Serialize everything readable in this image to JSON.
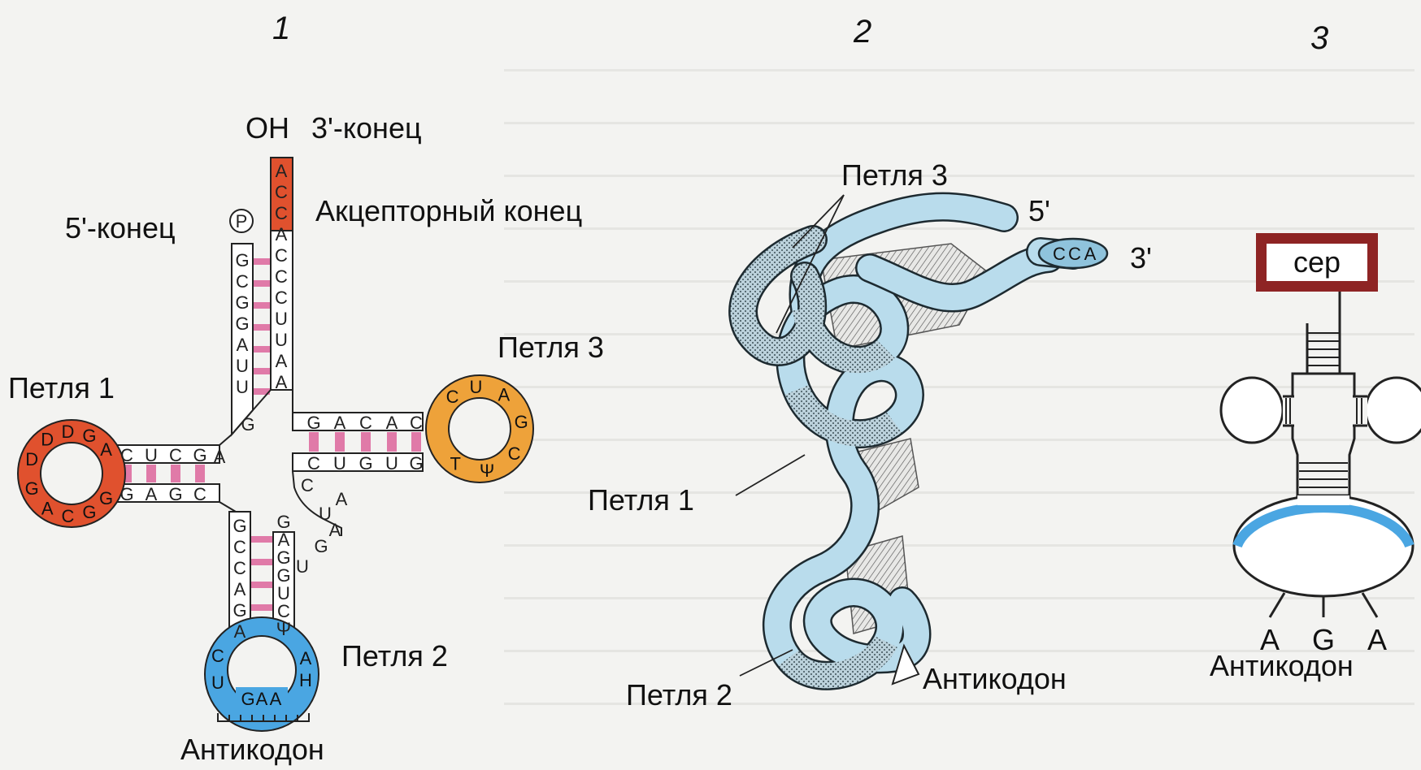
{
  "panels": [
    {
      "number": "1"
    },
    {
      "number": "2"
    },
    {
      "number": "3"
    }
  ],
  "cloverleaf": {
    "oh_label": "OH",
    "end3_label": "3'-конец",
    "acceptor_label": "Акцепторный конец",
    "end5_label": "5'-конец",
    "phosphate": "P",
    "loop1_label": "Петля 1",
    "loop2_label": "Петля 2",
    "loop3_label": "Петля 3",
    "anticodon_label": "Антикодон",
    "acceptor_3prime": [
      "A",
      "C",
      "C",
      "A",
      "C",
      "C",
      "C",
      "U",
      "U",
      "A",
      "A"
    ],
    "acceptor_5prime": [
      "G",
      "C",
      "G",
      "G",
      "A",
      "U",
      "U"
    ],
    "d_arm_top": [
      "C",
      "U",
      "C",
      "G"
    ],
    "d_arm_bottom": [
      "G",
      "A",
      "G",
      "C"
    ],
    "d_loop": [
      "D",
      "D",
      "G",
      "A",
      "G",
      "A",
      "C",
      "G",
      "G",
      "D"
    ],
    "t_arm_top": [
      "G",
      "A",
      "C",
      "A",
      "C"
    ],
    "t_arm_bottom": [
      "C",
      "U",
      "G",
      "U",
      "G"
    ],
    "t_loop": [
      "C",
      "U",
      "A",
      "G",
      "C",
      "Ψ",
      "T"
    ],
    "anticodon_arm_left": [
      "G",
      "C",
      "C",
      "A",
      "G",
      "A"
    ],
    "anticodon_arm_right": [
      "G",
      "A",
      "G",
      "G",
      "U",
      "C",
      "Ψ"
    ],
    "anticodon_loop": [
      "C",
      "U",
      "G",
      "A",
      "A",
      "H",
      "A"
    ],
    "variable_loop": [
      "A",
      "G",
      "C",
      "U",
      "A"
    ],
    "extra": [
      "A",
      "G",
      "U"
    ]
  },
  "tertiary": {
    "loop3_label": "Петля 3",
    "loop1_label": "Петля 1",
    "loop2_label": "Петля 2",
    "anticodon_label": "Антикодон",
    "end5": "5'",
    "end3": "3'",
    "cca": [
      "C",
      "C",
      "A"
    ]
  },
  "schematic": {
    "amino_acid": "сер",
    "anticodon": [
      "A",
      "G",
      "A"
    ],
    "anticodon_label": "Антикодон"
  },
  "colors": {
    "red": "#e0512e",
    "orange": "#eea23a",
    "blue": "#4aa6e2",
    "light_blue": "#b9dcec",
    "pink": "#e07aa8",
    "dark_red": "#8e2424"
  }
}
